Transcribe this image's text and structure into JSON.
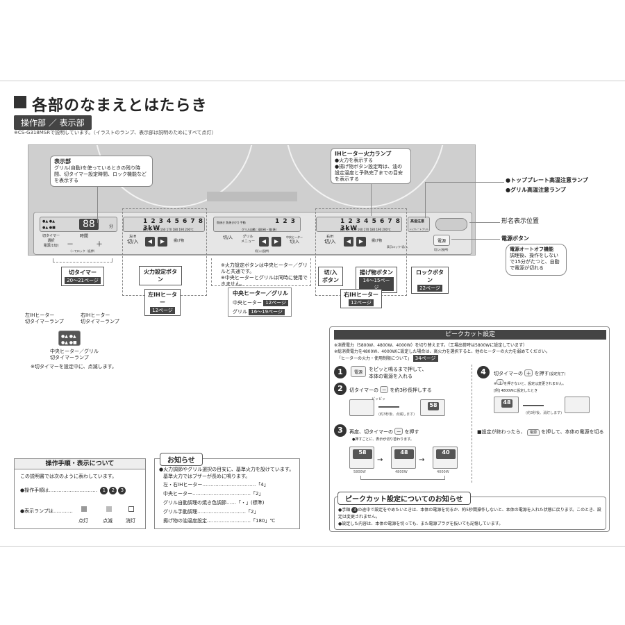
{
  "heading": {
    "title": "各部のなまえとはたらき",
    "subtitle": "操作部 ／ 表示部",
    "note": "※CS-G318MSRで説明しています。（イラストのランプ、表示部は説明のためにすべて点灯）"
  },
  "panel": {
    "timer_label_1": "切タイマー",
    "timer_label_2": "選択",
    "timer_label_3": "電源/1切)",
    "time_label": "時間",
    "minus": "－",
    "plus": "＋",
    "timer_sub": "（ーでロック（長押）",
    "digits": "88",
    "unit_min": "分",
    "left_nums": "1 2 3 4 5 6 7 8 3kW",
    "left_temp": "揚げ物 : 150 160 170 180 190 200℃",
    "left_onoff": "切/入",
    "left_ih": "左IH",
    "left_fry": "揚げ物",
    "center_nums": "1 2 3",
    "center_modes": "魚焼き  魚焼き(片)  手動",
    "center_sub": "グリル自動 : 弱(焼)・強(焼)",
    "center_onoff": "切/入",
    "center_grill": "グリル",
    "center_menu": "メニュー",
    "center_lock": "切/入(長押)",
    "center_heater": "中央ヒーター",
    "right_nums": "1 2 3 4 5 6 7 8 3kW",
    "right_temp": "揚げ物 : 150 160 170 180 190 200℃",
    "right_onoff": "切/入",
    "right_ih": "右IH",
    "right_fry": "揚げ物",
    "right_lock": "表示ロック 切/入",
    "high_temp": "高温注意",
    "plate_grill": "トップレート  グリル",
    "power": "電源",
    "power_sub": "切/入(長押)",
    "left_arrow": "◀",
    "right_arrow": "▶"
  },
  "callouts": {
    "display_title": "表示部",
    "display_desc": "グリル(自動)を使っているときの残り時間、切タイマー設定時間、ロック機能などを表示する",
    "ih_lamp_title": "IHヒーター火力ランプ",
    "ih_lamp_b1": "●火力を表示する",
    "ih_lamp_b2": "●揚げ物ボタン設定時は、油の設定温度と予熱完了までの目安を表示する",
    "top_lamp": "●トッププレート高温注意ランプ",
    "grill_lamp": "●グリル高温注意ランプ",
    "model_pos": "形名表示位置",
    "power_btn": "電源ボタン",
    "auto_off_title": "電源オートオフ機能",
    "auto_off_desc": "調理後、操作をしないで15分がたつと、自動で電源が切れる",
    "off_timer": "切タイマー",
    "off_timer_pg": "20〜21ページ",
    "heat_btn": "火力設定ボタン",
    "left_ih": "左IHヒーター",
    "left_ih_pg": "12ページ",
    "shared_note_1": "※火力設定ボタンは中央ヒーター／グリルと共通です。",
    "shared_note_2": "※中央ヒーターとグリルは同時に使用できません。",
    "center_title": "中央ヒーター／グリル",
    "center_heater": "中央ヒーター",
    "center_heater_pg": "12ページ",
    "grill": "グリル",
    "grill_pg": "16〜19ページ",
    "onoff_btn_1": "切/入",
    "onoff_btn_2": "ボタン",
    "fry_btn": "揚げ物ボタン",
    "fry_pg": "14〜15ページ",
    "lock_btn": "ロックボタン",
    "lock_pg": "22ページ",
    "right_ih": "右IHヒーター",
    "right_ih_pg": "12ページ"
  },
  "lamps": {
    "left_lamp_1": "左IHヒーター",
    "left_lamp_2": "切タイマーランプ",
    "right_lamp_1": "右IHヒーター",
    "right_lamp_2": "切タイマーランプ",
    "center_lamp_1": "中央ヒーター／グリル",
    "center_lamp_2": "切タイマーランプ",
    "note": "※切タイマーを設定中に、点滅します。"
  },
  "procedure": {
    "title": "操作手順・表示について",
    "intro": "この説明書では次のように表わしています。",
    "steps_label": "●操作手順は…………………………",
    "step_1": "1",
    "step_2": "2",
    "step_3": "3",
    "lamp_label": "●表示ランプは…………",
    "lit": "点灯",
    "blink": "点滅",
    "off": "消灯"
  },
  "notice": {
    "title": "お知らせ",
    "body_1": "●火力調節やグリル選択の目安に、基準火力を設けています。",
    "body_2": "基準火力ではブザーが長めに鳴ります。",
    "r1_label": "左・右IHヒーター",
    "r1_dots": "……………………………",
    "r1_value": "「4」",
    "r2_label": "中央ヒーター",
    "r2_dots": "………………………………",
    "r2_value": "「2」",
    "r3_label": "グリル自動調理の焼き色調節",
    "r3_dots": "……",
    "r3_value": "「・」(標準)",
    "r4_label": "グリル手動調理",
    "r4_dots": "…………………………",
    "r4_value": "「2」",
    "r5_label": "揚げ物の油温度設定",
    "r5_dots": "………………………",
    "r5_value": "「180」℃"
  },
  "peak": {
    "title": "ピークカット設定",
    "desc_1": "※消費電力（5800W、4800W、4000W）を切り替えます。（工場出荷時は5800Wに設定しています）",
    "desc_2": "※総消費電力を4800W、4000Wに設定した場合は、高火力を選択すると、他のヒーターの火力を弱めてください。",
    "desc_3": "「ヒーターの火力・使用制限について」",
    "desc_pg": "34ページ",
    "s1_num": "1",
    "s1_btn": "電源",
    "s1_text_1": "をピッと鳴るまで押して、",
    "s1_text_2": "本体の電源を入れる",
    "s2_num": "2",
    "s2_text_1": "切タイマーの",
    "s2_key": "－",
    "s2_text_2": "を約3秒長押しする",
    "s2_cap_1": "ピッピッ",
    "s2_cap_2": "(約3秒後、点滅します)",
    "s3_num": "3",
    "s3_text_1": "再度、切タイマーの",
    "s3_key": "－",
    "s3_text_2": "を押す",
    "s3_sub": "●押すごとに、表示が切り替わります。",
    "w1": "5800W",
    "w2": "4800W",
    "w3": "4000W",
    "disp_58": "58",
    "disp_48": "48",
    "disp_40": "40",
    "s4_num": "4",
    "s4_text_1": "切タイマーの",
    "s4_key": "＋",
    "s4_text_2": "を押す",
    "s4_done": "(設定完了)",
    "s4_sub": "※",
    "s4_sub_2": "を押さないと、設定は変更されません。",
    "s4_example": "[例] 4800Wに設定したとき",
    "s4_cap": "(約3秒後、消灯します)",
    "end_1": "■設定が終わったら、",
    "end_btn": "電源",
    "end_2": "を押して、本体の電源を切る",
    "info_title": "ピークカット設定についてのお知らせ",
    "info_1": "●手順",
    "info_1b": "の途中で設定をやめたいときは、本体の電源を切るか、約5秒間操作しないと、本体の電源を入れた状態に戻ります。このとき、設定は変更されません。",
    "info_2": "●設定した内容は、本体の電源を切っても、また電源プラグを抜いても記憶しています。",
    "info_step": "3"
  }
}
